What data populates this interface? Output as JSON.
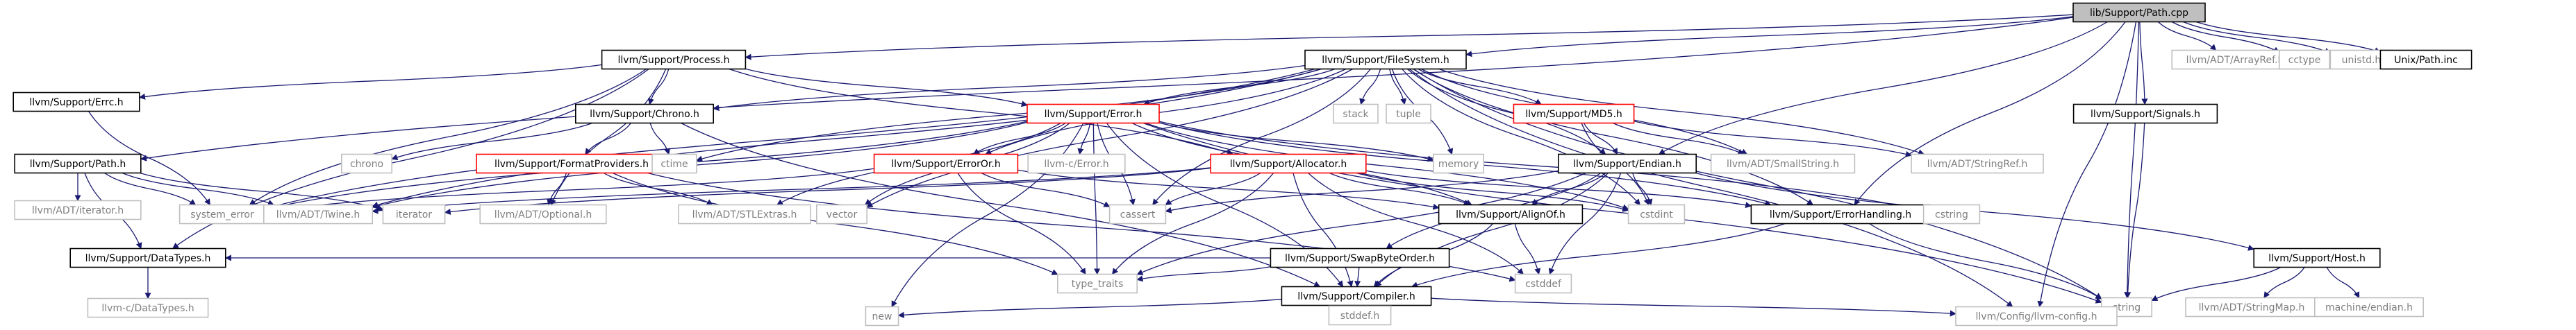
{
  "colors": {
    "edge": "#191970",
    "root_fill": "#bfbfbf",
    "root_border": "#000000",
    "documented_border": "#000000",
    "error_border": "#ff0000",
    "external_border": "#bfbfbf",
    "external_text": "#7f7f7f",
    "text": "#000000"
  },
  "nodes": [
    {
      "id": "n0",
      "label": "lib/Support/Path.cpp",
      "kind": "root"
    },
    {
      "id": "n1",
      "label": "llvm/Support/Process.h",
      "kind": "doc"
    },
    {
      "id": "n2",
      "label": "llvm/Support/FileSystem.h",
      "kind": "doc"
    },
    {
      "id": "n3",
      "label": "llvm/ADT/ArrayRef.h",
      "kind": "ext"
    },
    {
      "id": "n4",
      "label": "cctype",
      "kind": "ext"
    },
    {
      "id": "n5",
      "label": "unistd.h",
      "kind": "ext"
    },
    {
      "id": "n6",
      "label": "Unix/Path.inc",
      "kind": "doc"
    },
    {
      "id": "n7",
      "label": "llvm/Support/Errc.h",
      "kind": "doc"
    },
    {
      "id": "n8",
      "label": "llvm/Support/Chrono.h",
      "kind": "doc"
    },
    {
      "id": "n9",
      "label": "llvm/Support/Error.h",
      "kind": "err"
    },
    {
      "id": "n10",
      "label": "stack",
      "kind": "ext"
    },
    {
      "id": "n11",
      "label": "tuple",
      "kind": "ext"
    },
    {
      "id": "n12",
      "label": "llvm/Support/MD5.h",
      "kind": "err"
    },
    {
      "id": "n13",
      "label": "llvm/Support/Signals.h",
      "kind": "doc"
    },
    {
      "id": "n14",
      "label": "llvm/Support/Path.h",
      "kind": "doc"
    },
    {
      "id": "n15",
      "label": "llvm/ADT/iterator.h",
      "kind": "ext"
    },
    {
      "id": "n16",
      "label": "system_error",
      "kind": "ext"
    },
    {
      "id": "n17",
      "label": "llvm/ADT/Twine.h",
      "kind": "ext"
    },
    {
      "id": "n18",
      "label": "chrono",
      "kind": "ext"
    },
    {
      "id": "n19",
      "label": "llvm/Support/FormatProviders.h",
      "kind": "err"
    },
    {
      "id": "n20",
      "label": "ctime",
      "kind": "ext"
    },
    {
      "id": "n21",
      "label": "llvm/Support/ErrorOr.h",
      "kind": "err"
    },
    {
      "id": "n22",
      "label": "llvm-c/Error.h",
      "kind": "ext"
    },
    {
      "id": "n23",
      "label": "llvm/Support/Allocator.h",
      "kind": "err"
    },
    {
      "id": "n24",
      "label": "memory",
      "kind": "ext"
    },
    {
      "id": "n25",
      "label": "llvm/Support/Endian.h",
      "kind": "doc"
    },
    {
      "id": "n26",
      "label": "llvm/ADT/SmallString.h",
      "kind": "ext"
    },
    {
      "id": "n27",
      "label": "llvm/ADT/StringRef.h",
      "kind": "ext"
    },
    {
      "id": "n28",
      "label": "iterator",
      "kind": "ext"
    },
    {
      "id": "n29",
      "label": "llvm/ADT/Optional.h",
      "kind": "ext"
    },
    {
      "id": "n30",
      "label": "llvm/ADT/STLExtras.h",
      "kind": "ext"
    },
    {
      "id": "n31",
      "label": "vector",
      "kind": "ext"
    },
    {
      "id": "n32",
      "label": "cassert",
      "kind": "ext"
    },
    {
      "id": "n33",
      "label": "llvm/Support/AlignOf.h",
      "kind": "doc"
    },
    {
      "id": "n34",
      "label": "cstdint",
      "kind": "ext"
    },
    {
      "id": "n35",
      "label": "llvm/Support/ErrorHandling.h",
      "kind": "doc"
    },
    {
      "id": "n36",
      "label": "cstring",
      "kind": "ext"
    },
    {
      "id": "n37",
      "label": "llvm/Support/Host.h",
      "kind": "doc"
    },
    {
      "id": "n38",
      "label": "llvm/Support/SwapByteOrder.h",
      "kind": "doc"
    },
    {
      "id": "n39",
      "label": "llvm/Support/DataTypes.h",
      "kind": "doc"
    },
    {
      "id": "n40",
      "label": "type_traits",
      "kind": "ext"
    },
    {
      "id": "n41",
      "label": "llvm/Support/Compiler.h",
      "kind": "doc"
    },
    {
      "id": "n42",
      "label": "cstddef",
      "kind": "ext"
    },
    {
      "id": "n43",
      "label": "string",
      "kind": "ext"
    },
    {
      "id": "n44",
      "label": "llvm/ADT/StringMap.h",
      "kind": "ext"
    },
    {
      "id": "n45",
      "label": "machine/endian.h",
      "kind": "ext"
    },
    {
      "id": "n46",
      "label": "llvm-c/DataTypes.h",
      "kind": "ext"
    },
    {
      "id": "n47",
      "label": "new",
      "kind": "ext"
    },
    {
      "id": "n48",
      "label": "stddef.h",
      "kind": "ext"
    },
    {
      "id": "n49",
      "label": "llvm/Config/llvm-config.h",
      "kind": "ext"
    }
  ],
  "edges": [
    [
      "n0",
      "n1"
    ],
    [
      "n0",
      "n2"
    ],
    [
      "n0",
      "n3"
    ],
    [
      "n0",
      "n4"
    ],
    [
      "n0",
      "n5"
    ],
    [
      "n0",
      "n6"
    ],
    [
      "n0",
      "n13"
    ],
    [
      "n0",
      "n14"
    ],
    [
      "n0",
      "n25"
    ],
    [
      "n0",
      "n35"
    ],
    [
      "n0",
      "n43"
    ],
    [
      "n0",
      "n49"
    ],
    [
      "n1",
      "n7"
    ],
    [
      "n1",
      "n8"
    ],
    [
      "n1",
      "n9"
    ],
    [
      "n1",
      "n16"
    ],
    [
      "n1",
      "n23"
    ],
    [
      "n1",
      "n29"
    ],
    [
      "n1",
      "n39"
    ],
    [
      "n2",
      "n8"
    ],
    [
      "n2",
      "n9"
    ],
    [
      "n2",
      "n10"
    ],
    [
      "n2",
      "n11"
    ],
    [
      "n2",
      "n12"
    ],
    [
      "n2",
      "n16"
    ],
    [
      "n2",
      "n20"
    ],
    [
      "n2",
      "n21"
    ],
    [
      "n2",
      "n24"
    ],
    [
      "n2",
      "n25"
    ],
    [
      "n2",
      "n26"
    ],
    [
      "n2",
      "n27"
    ],
    [
      "n2",
      "n31"
    ],
    [
      "n2",
      "n32"
    ],
    [
      "n2",
      "n34"
    ],
    [
      "n2",
      "n35"
    ],
    [
      "n2",
      "n43"
    ],
    [
      "n2",
      "n49"
    ],
    [
      "n2",
      "n17"
    ],
    [
      "n7",
      "n16"
    ],
    [
      "n8",
      "n18"
    ],
    [
      "n8",
      "n19"
    ],
    [
      "n8",
      "n20"
    ],
    [
      "n8",
      "n41"
    ],
    [
      "n9",
      "n17"
    ],
    [
      "n9",
      "n21"
    ],
    [
      "n9",
      "n22"
    ],
    [
      "n9",
      "n24"
    ],
    [
      "n9",
      "n30"
    ],
    [
      "n9",
      "n31"
    ],
    [
      "n9",
      "n32"
    ],
    [
      "n9",
      "n33"
    ],
    [
      "n9",
      "n34"
    ],
    [
      "n9",
      "n35"
    ],
    [
      "n9",
      "n36"
    ],
    [
      "n9",
      "n40"
    ],
    [
      "n9",
      "n41"
    ],
    [
      "n9",
      "n47"
    ],
    [
      "n9",
      "n16"
    ],
    [
      "n9",
      "n43"
    ],
    [
      "n12",
      "n25"
    ],
    [
      "n12",
      "n26"
    ],
    [
      "n12",
      "n27"
    ],
    [
      "n12",
      "n34"
    ],
    [
      "n13",
      "n43"
    ],
    [
      "n14",
      "n15"
    ],
    [
      "n14",
      "n16"
    ],
    [
      "n14",
      "n17"
    ],
    [
      "n14",
      "n28"
    ],
    [
      "n14",
      "n39"
    ],
    [
      "n19",
      "n29"
    ],
    [
      "n19",
      "n30"
    ],
    [
      "n19",
      "n40"
    ],
    [
      "n19",
      "n42"
    ],
    [
      "n21",
      "n16"
    ],
    [
      "n21",
      "n32"
    ],
    [
      "n21",
      "n33"
    ],
    [
      "n21",
      "n40"
    ],
    [
      "n23",
      "n17"
    ],
    [
      "n23",
      "n28"
    ],
    [
      "n23",
      "n32"
    ],
    [
      "n23",
      "n33"
    ],
    [
      "n23",
      "n34"
    ],
    [
      "n23",
      "n35"
    ],
    [
      "n23",
      "n40"
    ],
    [
      "n23",
      "n41"
    ],
    [
      "n23",
      "n42"
    ],
    [
      "n25",
      "n32"
    ],
    [
      "n25",
      "n33"
    ],
    [
      "n25",
      "n34"
    ],
    [
      "n25",
      "n37"
    ],
    [
      "n25",
      "n38"
    ],
    [
      "n25",
      "n40"
    ],
    [
      "n25",
      "n41"
    ],
    [
      "n25",
      "n42"
    ],
    [
      "n33",
      "n41"
    ],
    [
      "n33",
      "n42"
    ],
    [
      "n35",
      "n41"
    ],
    [
      "n35",
      "n43"
    ],
    [
      "n37",
      "n43"
    ],
    [
      "n37",
      "n44"
    ],
    [
      "n37",
      "n45"
    ],
    [
      "n38",
      "n39"
    ],
    [
      "n38",
      "n40"
    ],
    [
      "n38",
      "n41"
    ],
    [
      "n39",
      "n46"
    ],
    [
      "n41",
      "n47"
    ],
    [
      "n41",
      "n48"
    ],
    [
      "n41",
      "n49"
    ]
  ]
}
